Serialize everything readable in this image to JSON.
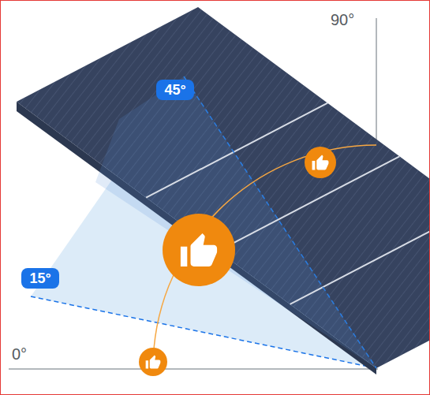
{
  "diagram": {
    "nodes": [
      {
        "text": [
          "45°"
        ]
      },
      {
        "text": [
          "15°"
        ]
      }
    ],
    "labels": [
      "90°",
      "0°"
    ]
  }
}
